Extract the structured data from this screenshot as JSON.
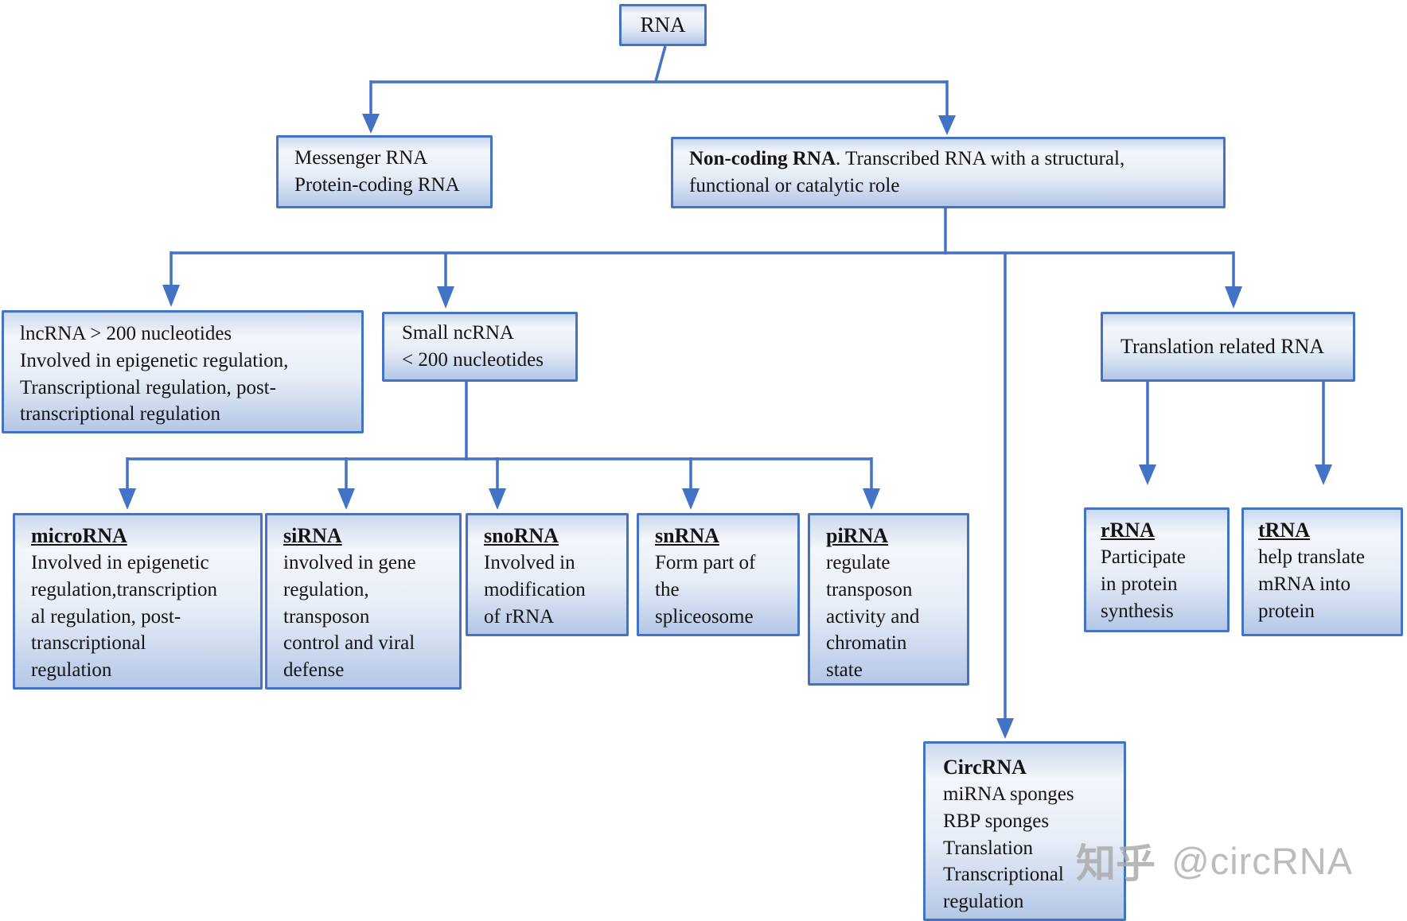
{
  "colors": {
    "accent": "#4472c4",
    "box_fill_top": "#ccd9ee",
    "box_fill_light": "#f3f6fb",
    "box_fill_bottom": "#b4c7e7",
    "text": "#141414",
    "watermark": "#b0b0b0"
  },
  "nodes": {
    "rna": {
      "title": "RNA"
    },
    "mrna": {
      "body": "Messenger  RNA\nProtein-coding RNA"
    },
    "ncrna": {
      "title": "Non-coding RNA",
      "body_rest": ". Transcribed RNA with a structural,\nfunctional or catalytic role"
    },
    "lncrna": {
      "body": "lncRNA > 200 nucleotides\nInvolved in epigenetic regulation,\nTranscriptional regulation, post-\ntranscriptional regulation"
    },
    "small_ncrna": {
      "body": "Small ncRNA\n< 200 nucleotides"
    },
    "translation": {
      "body": "Translation related RNA"
    },
    "microrna": {
      "title": "microRNA",
      "body": "Involved in epigenetic\nregulation,transcription\nal regulation, post-\ntranscriptional\nregulation"
    },
    "sirna": {
      "title": "siRNA",
      "body": "involved in gene\nregulation,\ntransposon\ncontrol and viral\ndefense"
    },
    "snorna": {
      "title": "snoRNA",
      "body": "Involved in\nmodification\nof rRNA"
    },
    "snrna": {
      "title": "snRNA",
      "body": "Form part of\nthe\nspliceosome"
    },
    "pirna": {
      "title": "piRNA",
      "body": "regulate\ntransposon\nactivity and\nchromatin\nstate"
    },
    "rrna": {
      "title": "rRNA",
      "body": "Participate\nin protein\nsynthesis"
    },
    "trna": {
      "title": "tRNA",
      "body": "help translate\nmRNA into\nprotein"
    },
    "circrna": {
      "title": "CircRNA",
      "body": "miRNA sponges\nRBP sponges\nTranslation\nTranscriptional\nregulation"
    }
  },
  "watermark": {
    "brand": "知乎",
    "handle": "@circRNA"
  }
}
